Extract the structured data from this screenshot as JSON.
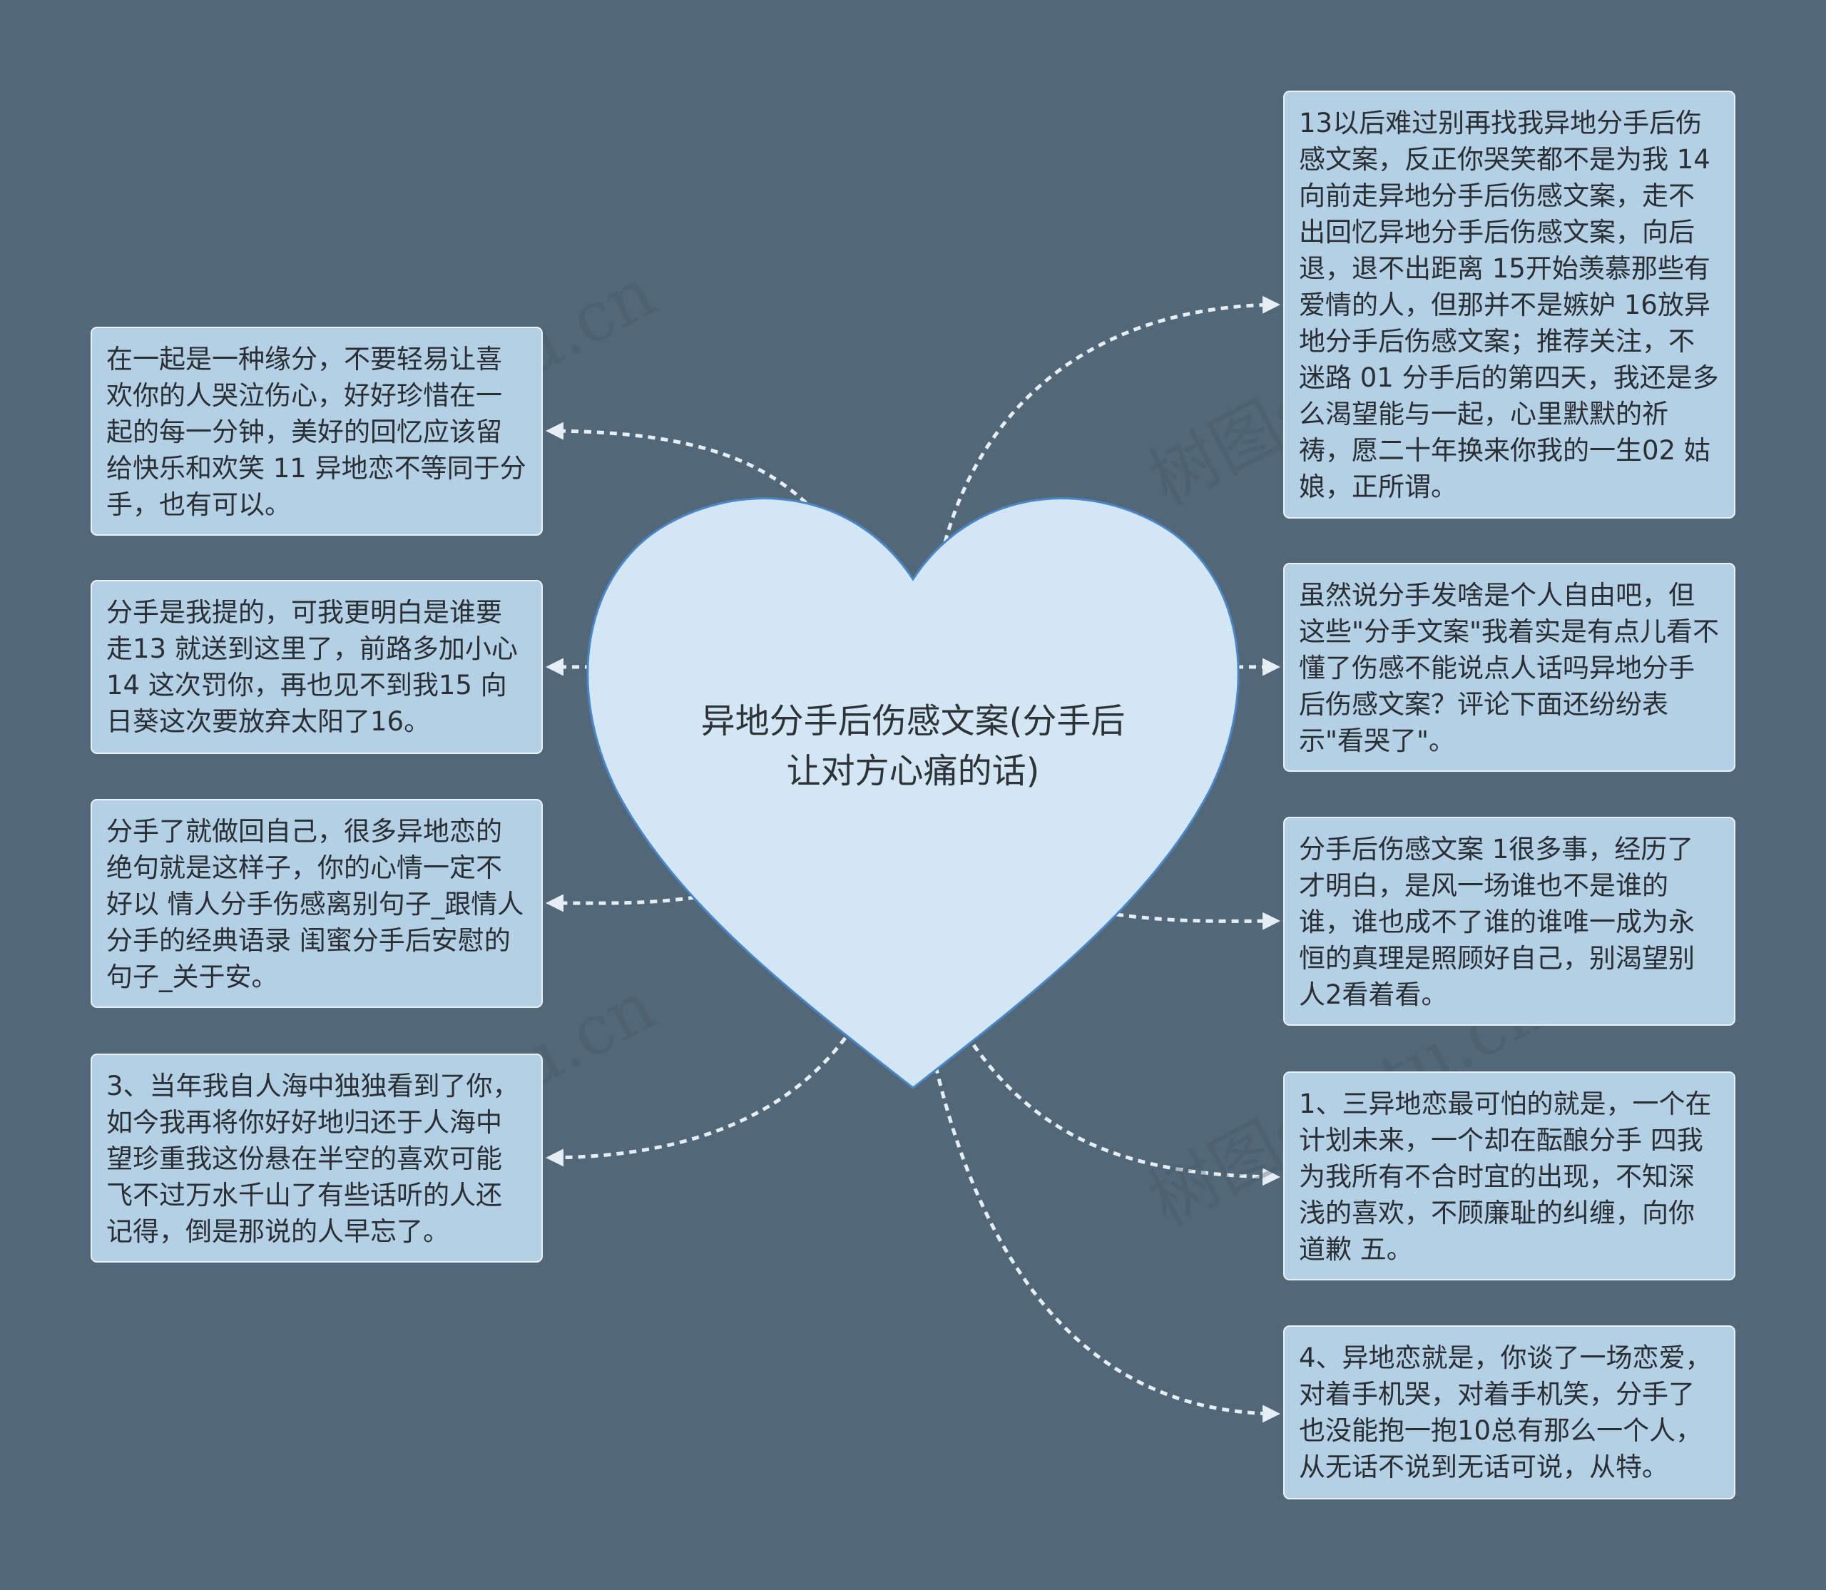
{
  "center": {
    "title": "异地分手后伤感文案(分手后让对方心痛的话)"
  },
  "watermark": "树图shutu.cn",
  "left_nodes": [
    {
      "text": "在一起是一种缘分，不要轻易让喜欢你的人哭泣伤心，好好珍惜在一起的每一分钟，美好的回忆应该留给快乐和欢笑 11 异地恋不等同于分手，也有可以。"
    },
    {
      "text": "分手是我提的，可我更明白是谁要走13 就送到这里了，前路多加小心 14 这次罚你，再也见不到我15 向日葵这次要放弃太阳了16。"
    },
    {
      "text": "分手了就做回自己，很多异地恋的绝句就是这样子，你的心情一定不好以 情人分手伤感离别句子_跟情人分手的经典语录 闺蜜分手后安慰的句子_关于安。"
    },
    {
      "text": "3、当年我自人海中独独看到了你，如今我再将你好好地归还于人海中 望珍重我这份悬在半空的喜欢可能飞不过万水千山了有些话听的人还记得，倒是那说的人早忘了。"
    }
  ],
  "right_nodes": [
    {
      "text": "13以后难过别再找我异地分手后伤感文案，反正你哭笑都不是为我 14 向前走异地分手后伤感文案，走不出回忆异地分手后伤感文案，向后退，退不出距离 15开始羡慕那些有爱情的人，但那并不是嫉妒 16放异地分手后伤感文案；推荐关注，不迷路 01 分手后的第四天，我还是多么渴望能与一起，心里默默的祈祷，愿二十年换来你我的一生02 姑娘，正所谓。"
    },
    {
      "text": "虽然说分手发啥是个人自由吧，但这些\"分手文案\"我着实是有点儿看不懂了伤感不能说点人话吗异地分手后伤感文案？评论下面还纷纷表示\"看哭了\"。"
    },
    {
      "text": "分手后伤感文案 1很多事，经历了才明白，是风一场谁也不是谁的谁，谁也成不了谁的谁唯一成为永恒的真理是照顾好自己，别渴望别人2看着看。"
    },
    {
      "text": "1、三异地恋最可怕的就是，一个在计划未来，一个却在酝酿分手 四我为我所有不合时宜的出现，不知深浅的喜欢，不顾廉耻的纠缠，向你道歉 五。"
    },
    {
      "text": "4、异地恋就是，你谈了一场恋爱，对着手机哭，对着手机笑，分手了也没能抱一抱10总有那么一个人，从无话不说到无话可说，从特。"
    }
  ],
  "colors": {
    "background": "#526878",
    "node_fill": "#b4d0e5",
    "node_border": "#e9f2fa",
    "heart_fill": "#d2e6f4",
    "heart_stroke": "#4a86c8",
    "connector": "#e6eef5"
  }
}
